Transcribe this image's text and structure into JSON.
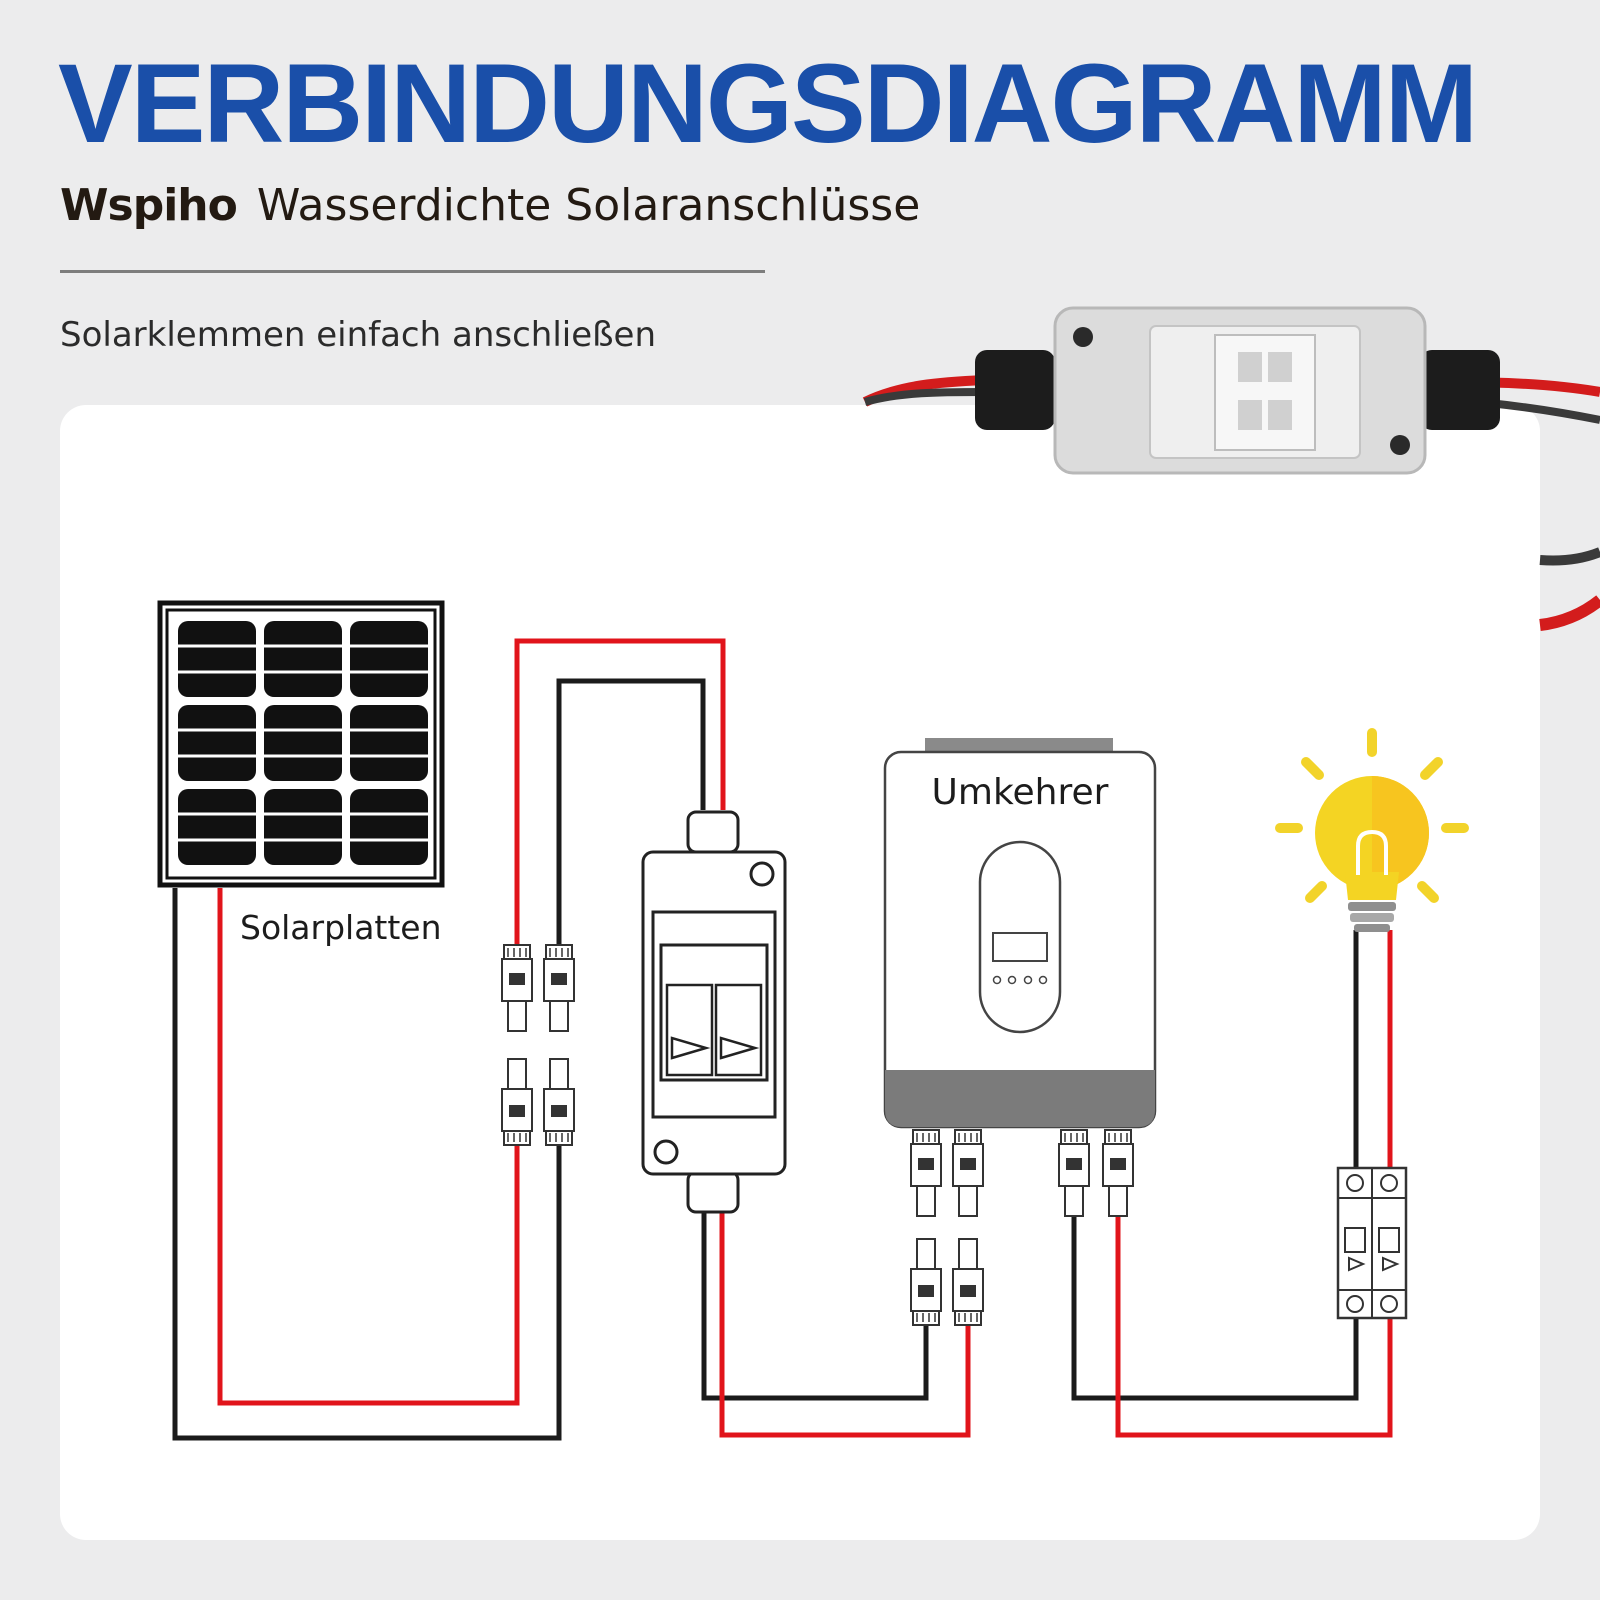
{
  "header": {
    "title": "VERBINDUNGSDIAGRAMM",
    "brand": "Wspiho",
    "subtitle": "Wasserdichte Solaranschlüsse",
    "tagline": "Solarklemmen einfach anschließen"
  },
  "diagram": {
    "solar_label": "Solarplatten",
    "inverter_label": "Umkehrer"
  },
  "colors": {
    "title_blue": "#1a4fa9",
    "wire_red": "#e1141b",
    "wire_black": "#1b1b1b",
    "bulb_yellow": "#f4d423"
  },
  "icons": [
    "solar-panel-icon",
    "dc-isolator-box-icon",
    "inverter-icon",
    "light-bulb-icon",
    "circuit-breaker-icon",
    "mc4-connector-icon"
  ]
}
